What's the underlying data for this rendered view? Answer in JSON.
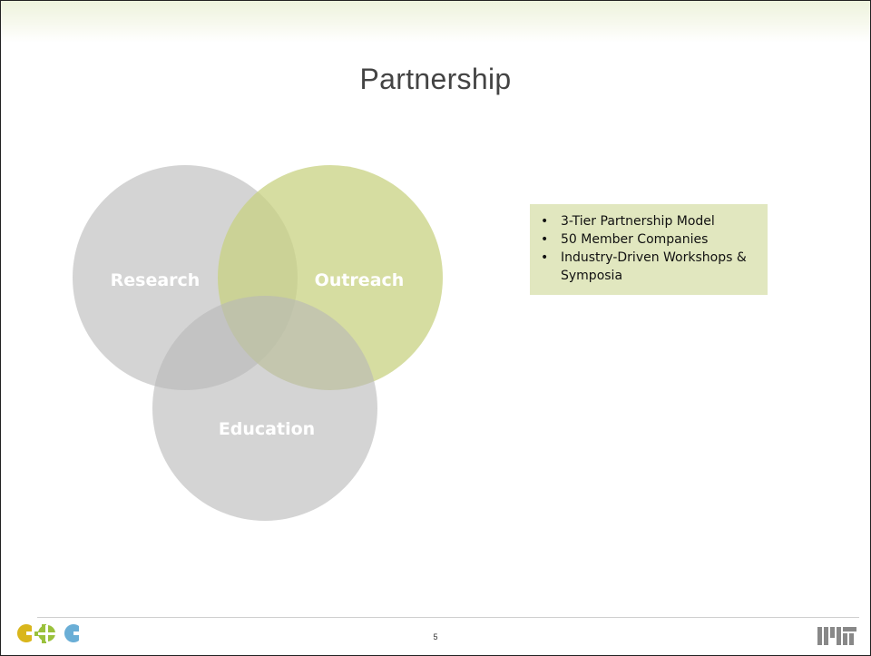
{
  "slide": {
    "title": "Partnership",
    "page_number": "5"
  },
  "venn": {
    "circles": [
      {
        "label": "Research",
        "color": "#b8b8b8"
      },
      {
        "label": "Outreach",
        "color": "#c8d282"
      },
      {
        "label": "Education",
        "color": "#b8b8b8"
      }
    ]
  },
  "bullets": {
    "background": "#e1e7bf",
    "items": [
      "3-Tier Partnership Model",
      "50 Member Companies",
      "Industry-Driven Workshops & Symposia"
    ]
  },
  "logos": {
    "left": {
      "icon": "cuc-logo-icon",
      "colors": [
        "#d9b61c",
        "#9ac13c",
        "#6aaed6"
      ]
    },
    "right": {
      "icon": "mit-logo-icon",
      "color": "#888888"
    }
  }
}
